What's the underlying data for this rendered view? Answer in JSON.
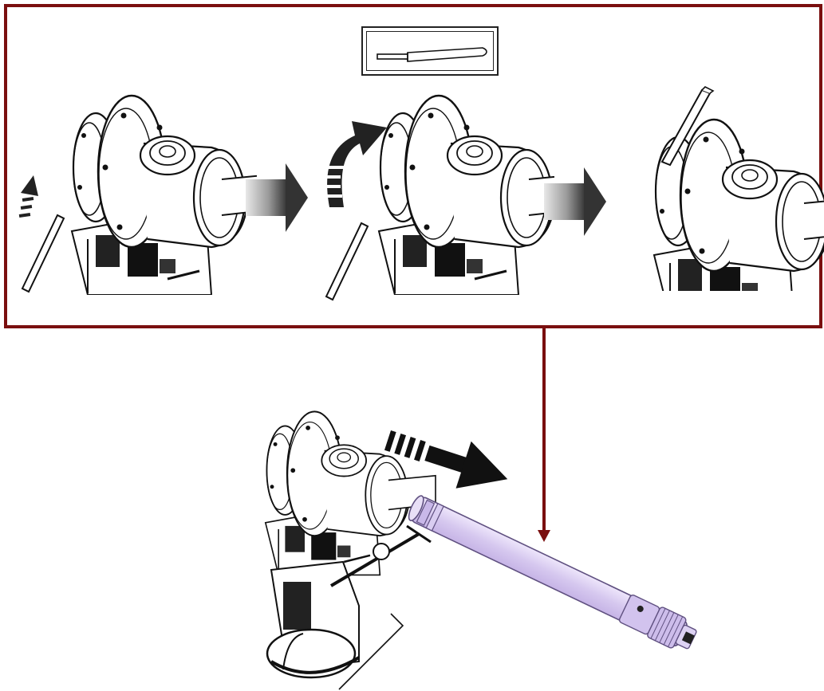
{
  "colors": {
    "frame": "#7a0f0f",
    "line": "#111111",
    "shaft_fill": "#dcd0f0",
    "shaft_stroke": "#6a5a8a",
    "arrow_dark": "#333333",
    "arrow_light": "#e6e6e6"
  },
  "steps": [
    {
      "id": "step-1",
      "icon": "pin-insert-arrow-icon"
    },
    {
      "id": "step-2",
      "icon": "rotate-arrow-icon"
    },
    {
      "id": "step-3",
      "icon": "pin-lifted-icon"
    }
  ],
  "tool_icon": "tapered-pin-tool-icon",
  "result_icon": "pull-out-arrow-icon"
}
